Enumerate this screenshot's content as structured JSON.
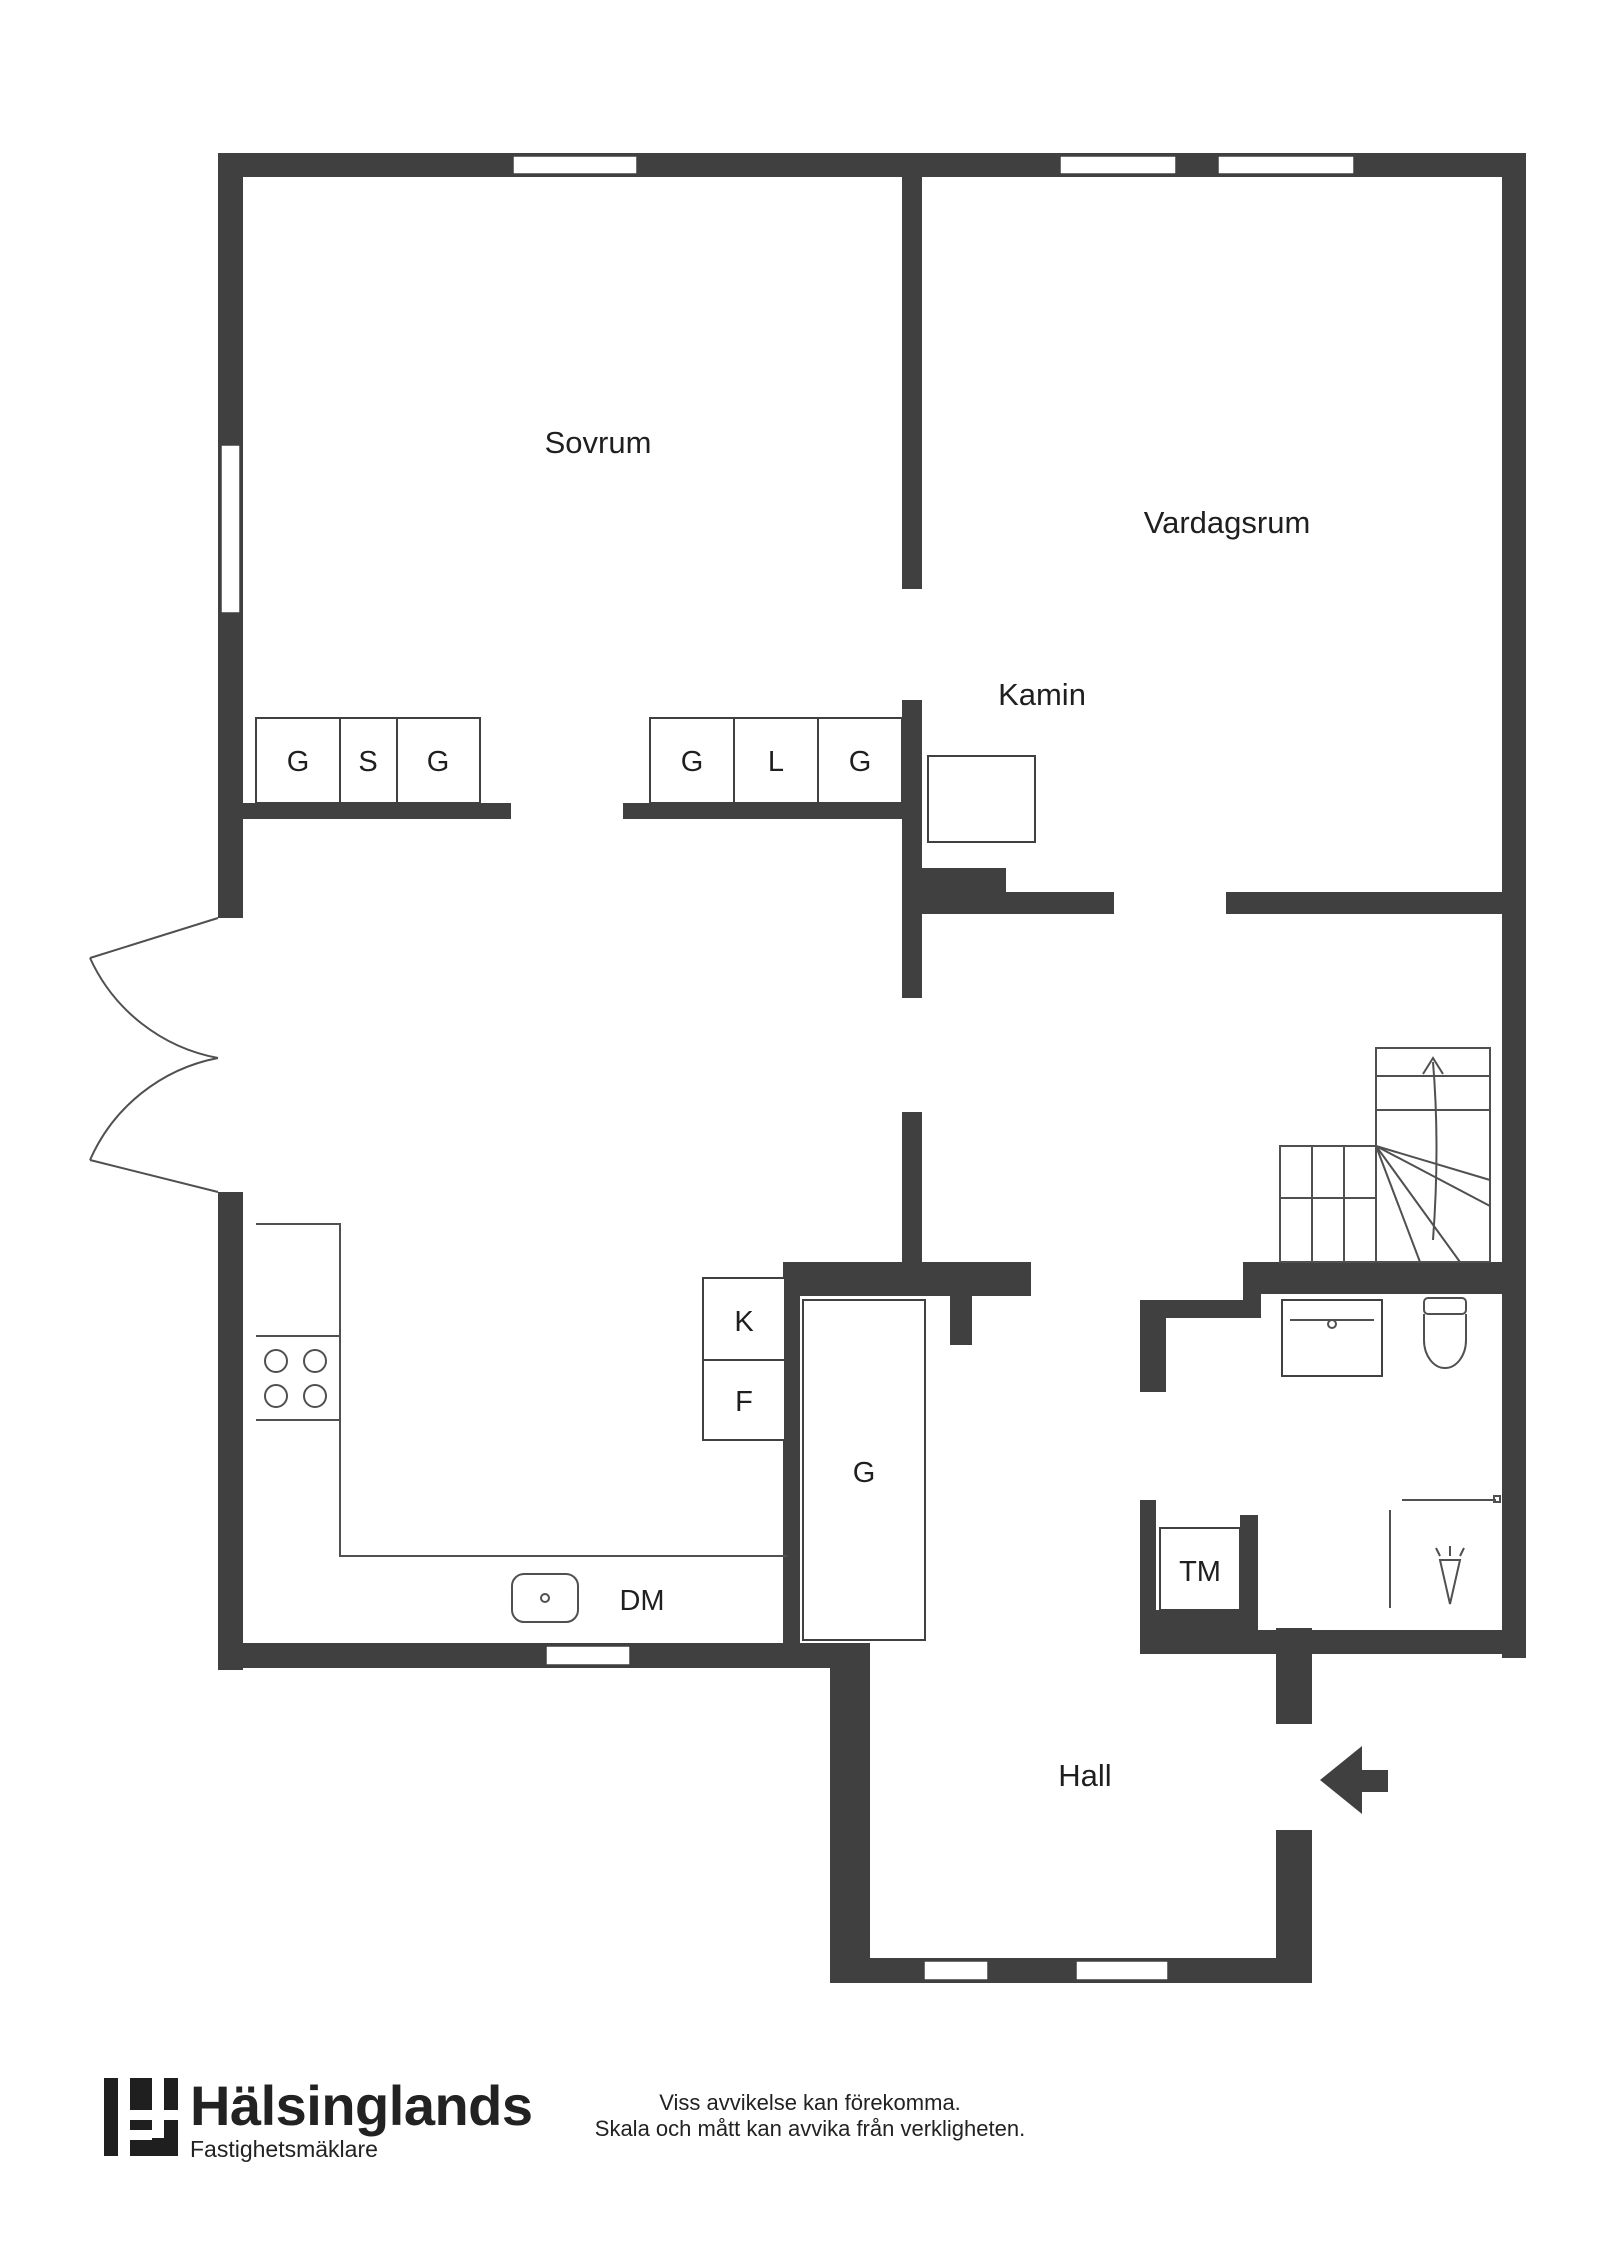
{
  "rooms": {
    "sovrum": "Sovrum",
    "vardagsrum": "Vardagsrum",
    "kamin": "Kamin",
    "hall": "Hall"
  },
  "fixtures": {
    "wardrobe_left": [
      "G",
      "S",
      "G"
    ],
    "wardrobe_mid": [
      "G",
      "L",
      "G"
    ],
    "k": "K",
    "f": "F",
    "g_hall": "G",
    "dm": "DM",
    "tm": "TM"
  },
  "footer": {
    "brand_name": "Hälsinglands",
    "brand_sub": "Fastighetsmäklare",
    "disclaimer_line1": "Viss avvikelse kan förekomma.",
    "disclaimer_line2": "Skala och mått kan avvika från verkligheten."
  },
  "colors": {
    "wall": "#404040",
    "background": "#ffffff"
  }
}
